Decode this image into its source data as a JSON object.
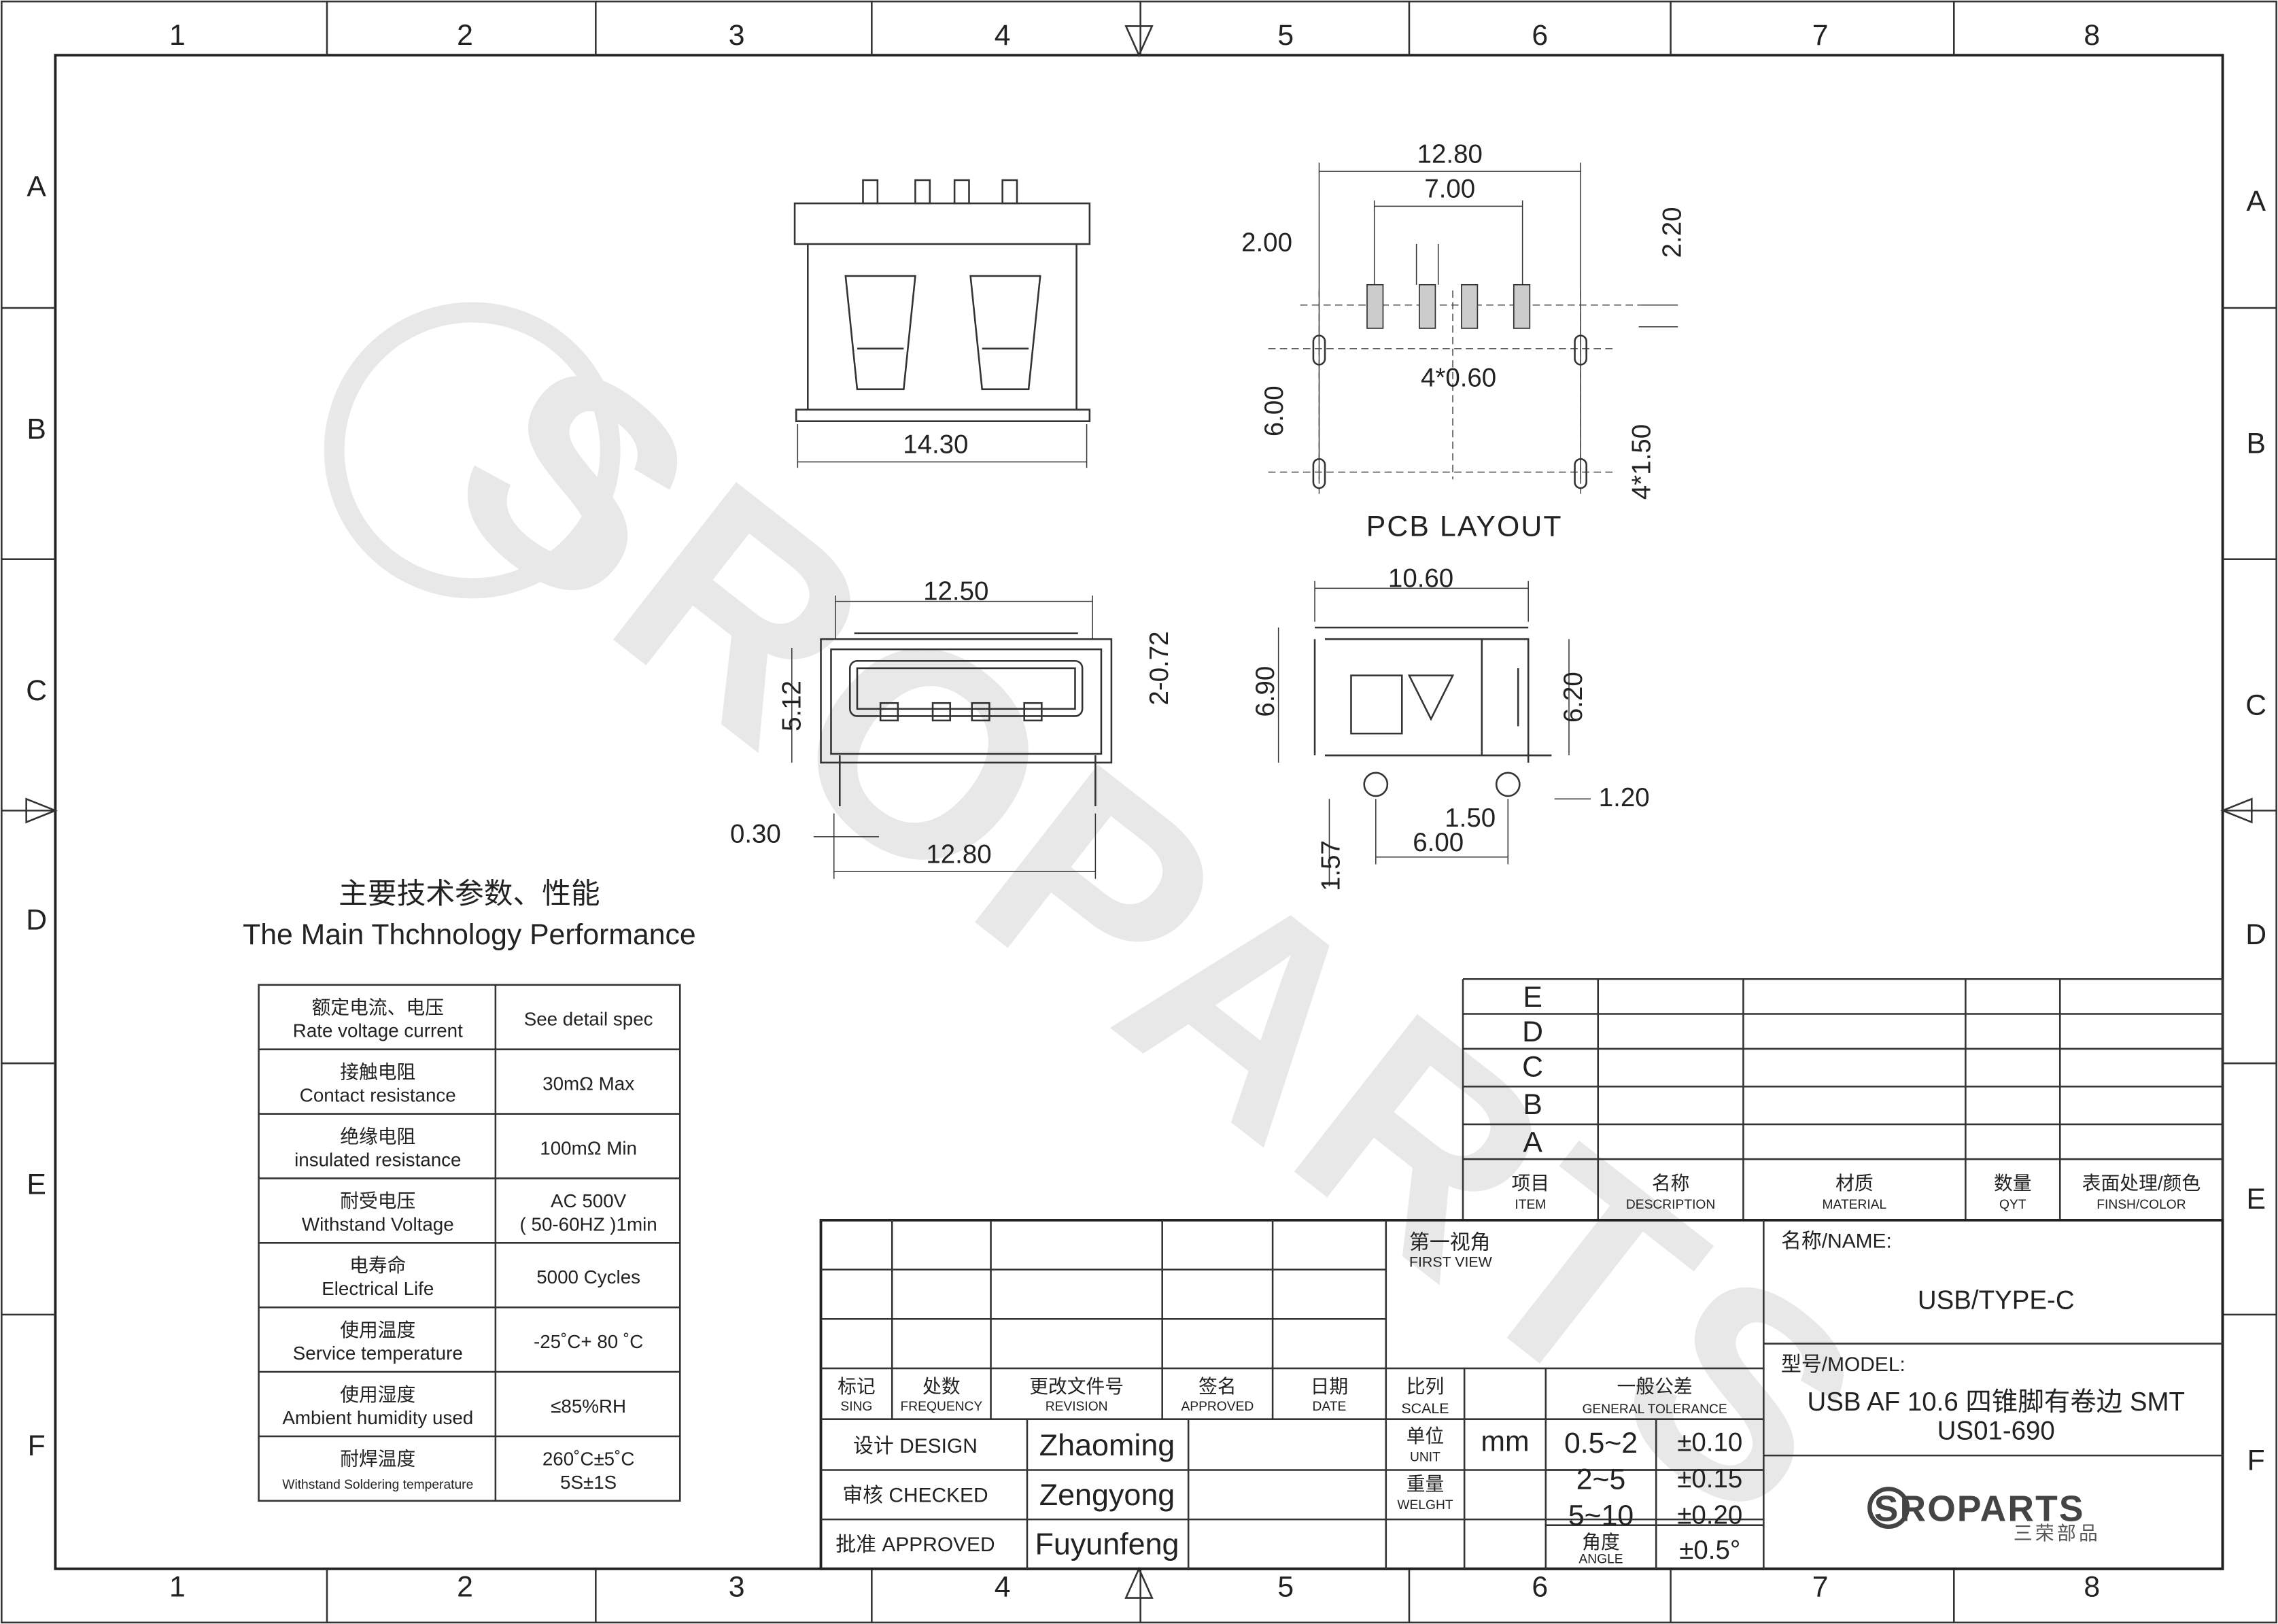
{
  "frame": {
    "columns": [
      "1",
      "2",
      "3",
      "4",
      "5",
      "6",
      "7",
      "8"
    ],
    "rows": [
      "A",
      "B",
      "C",
      "D",
      "E",
      "F"
    ]
  },
  "watermark": "SROPARTS",
  "drawings": {
    "top_view": {
      "width": "14.30"
    },
    "pcb_layout": {
      "title": "PCB LAYOUT",
      "overall": "12.80",
      "inner": "7.00",
      "pitch": "2.00",
      "pad_height": "2.20",
      "pad_width": "4*0.60",
      "hole_spacing": "6.00",
      "hole_size": "4*1.50"
    },
    "front_view": {
      "top_width": "12.50",
      "bottom_width": "12.80",
      "height": "5.12",
      "pin": "2-0.72",
      "offset": "0.30"
    },
    "side_view": {
      "length": "10.60",
      "height_total": "6.90",
      "height_body": "6.20",
      "tail": "1.20",
      "peg_pitch": "1.50",
      "peg_span": "6.00",
      "peg_len": "1.57"
    }
  },
  "spec": {
    "title_cn": "主要技术参数、性能",
    "title_en": "The Main Thchnology Performance",
    "rows": [
      {
        "cn": "额定电流、电压",
        "en": "Rate voltage current",
        "value": [
          "See detail spec"
        ]
      },
      {
        "cn": "接触电阻",
        "en": "Contact resistance",
        "value": [
          "30mΩ Max"
        ]
      },
      {
        "cn": "绝缘电阻",
        "en": "insulated resistance",
        "value": [
          "100mΩ Min"
        ]
      },
      {
        "cn": "耐受电压",
        "en": "Withstand Voltage",
        "value": [
          "AC 500V",
          "( 50-60HZ )1min"
        ]
      },
      {
        "cn": "电寿命",
        "en": "Electrical Life",
        "value": [
          "5000 Cycles"
        ]
      },
      {
        "cn": "使用温度",
        "en": "Service temperature",
        "value": [
          "-25˚C+ 80 ˚C"
        ]
      },
      {
        "cn": "使用湿度",
        "en": "Ambient humidity used",
        "value": [
          "≤85%RH"
        ]
      },
      {
        "cn": "耐焊温度",
        "en": "Withstand Soldering temperature",
        "value": [
          "260˚C±5˚C",
          "5S±1S"
        ]
      }
    ]
  },
  "revision_table": {
    "letters": [
      "E",
      "D",
      "C",
      "B",
      "A"
    ],
    "headers": [
      {
        "cn": "项目",
        "en": "ITEM"
      },
      {
        "cn": "名称",
        "en": "DESCRIPTION"
      },
      {
        "cn": "材质",
        "en": "MATERIAL"
      },
      {
        "cn": "数量",
        "en": "QYT"
      },
      {
        "cn": "表面处理/颜色",
        "en": "FINSH/COLOR"
      }
    ]
  },
  "title_block": {
    "change_headers": [
      {
        "cn": "标记",
        "en": "SING"
      },
      {
        "cn": "处数",
        "en": "FREQUENCY"
      },
      {
        "cn": "更改文件号",
        "en": "REVISION"
      },
      {
        "cn": "签名",
        "en": "APPROVED"
      },
      {
        "cn": "日期",
        "en": "DATE"
      }
    ],
    "first_view": {
      "cn": "第一视角",
      "en": "FIRST VIEW"
    },
    "signoffs": [
      {
        "role": "设计 DESIGN",
        "name": "Zhaoming"
      },
      {
        "role": "审核 CHECKED",
        "name": "Zengyong"
      },
      {
        "role": "批准 APPROVED",
        "name": "Fuyunfeng"
      }
    ],
    "scale": {
      "cn": "比列",
      "en": "SCALE"
    },
    "unit": {
      "cn": "单位",
      "en": "UNIT",
      "value": "mm"
    },
    "weight": {
      "cn": "重量",
      "en": "WELGHT"
    },
    "tolerance": {
      "cn": "一般公差",
      "en": "GENERAL TOLERANCE",
      "rows": [
        {
          "range": "0.5~2",
          "tol": "±0.10"
        },
        {
          "range": "2~5",
          "tol": "±0.15"
        },
        {
          "range": "5~10",
          "tol": "±0.20"
        }
      ],
      "angle": {
        "cn": "角度",
        "en": "ANGLE",
        "tol": "±0.5°"
      }
    },
    "name_label": "名称/NAME:",
    "name": "USB/TYPE-C",
    "model_label": "型号/MODEL:",
    "model_line1": "USB AF 10.6 四锥脚有卷边 SMT",
    "model_line2": "US01-690",
    "logo_text": "SROPARTS",
    "logo_sub": "三荣部品"
  }
}
